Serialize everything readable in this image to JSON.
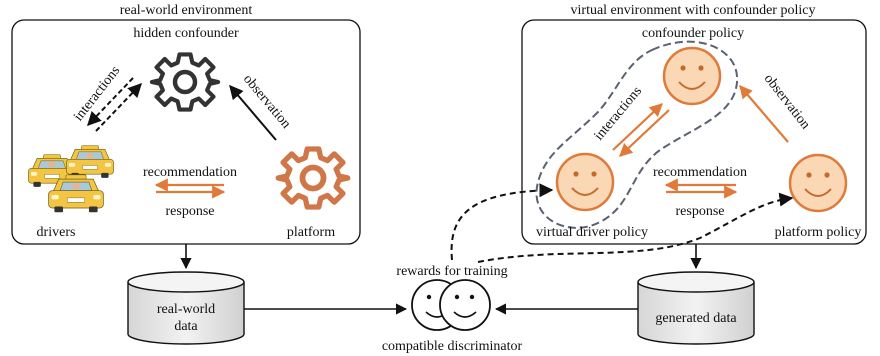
{
  "real_env": {
    "title": "real-world environment",
    "hidden_confounder": "hidden confounder",
    "interactions": "interactions",
    "observation": "observation",
    "recommendation": "recommendation",
    "response": "response",
    "drivers": "drivers",
    "platform": "platform"
  },
  "virtual_env": {
    "title": "virtual environment with confounder policy",
    "confounder_policy": "confounder policy",
    "interactions": "interactions",
    "observation": "observation",
    "recommendation": "recommendation",
    "response": "response",
    "virtual_driver_policy": "virtual driver policy",
    "platform_policy": "platform policy"
  },
  "bottom": {
    "real_world_data_line1": "real-world",
    "real_world_data_line2": "data",
    "generated_data": "generated data",
    "rewards_for_training": "rewards for training",
    "compatible_discriminator": "compatible discriminator"
  },
  "colors": {
    "orange_stroke": "#e07a3a",
    "orange_fill": "#fad7b5",
    "gray_gear": "#333333",
    "cylinder_fill": "#e6e6e6",
    "dashed_outline": "#5a6270"
  },
  "icons": {
    "hidden_gear": "gear-icon",
    "platform_gear": "gear-icon",
    "drivers": "taxi-icon",
    "policies": "smiley-face-icon",
    "storage": "database-cylinder-icon"
  }
}
